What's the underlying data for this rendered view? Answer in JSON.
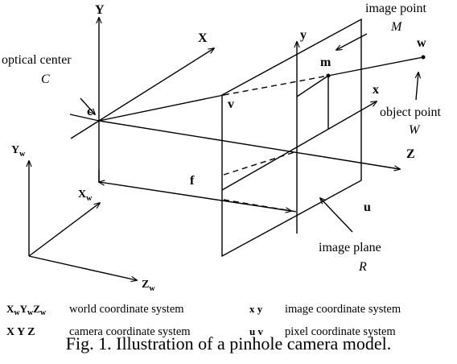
{
  "diagram": {
    "labels": {
      "Y": "Y",
      "X": "X",
      "y": "y",
      "x": "x",
      "Z": "Z",
      "c": "c",
      "v": "v",
      "m": "m",
      "w": "w",
      "f": "f",
      "u": "u",
      "Yw_main": "Y",
      "Yw_sub": "w",
      "Xw_main": "X",
      "Xw_sub": "w",
      "Zw_main": "Z",
      "Zw_sub": "w",
      "optical_center": "optical center",
      "optical_center_symbol": "C",
      "image_point": "image point",
      "image_point_symbol": "M",
      "object_point": "object point",
      "object_point_symbol": "W",
      "image_plane": "image plane",
      "image_plane_symbol": "R"
    }
  },
  "legend": {
    "world_symbols": {
      "X": "X",
      "Xs": "w",
      "Y": "Y",
      "Ys": "w",
      "Z": "Z",
      "Zs": "w"
    },
    "world_text": "world coordinate system",
    "camera_symbols": "X Y Z",
    "camera_text": "camera coordinate system",
    "image_symbols": "x y",
    "image_text": "image coordinate system",
    "pixel_symbols": "u v",
    "pixel_text": "pixel coordinate system"
  },
  "caption": "Fig. 1. Illustration of a pinhole camera model."
}
